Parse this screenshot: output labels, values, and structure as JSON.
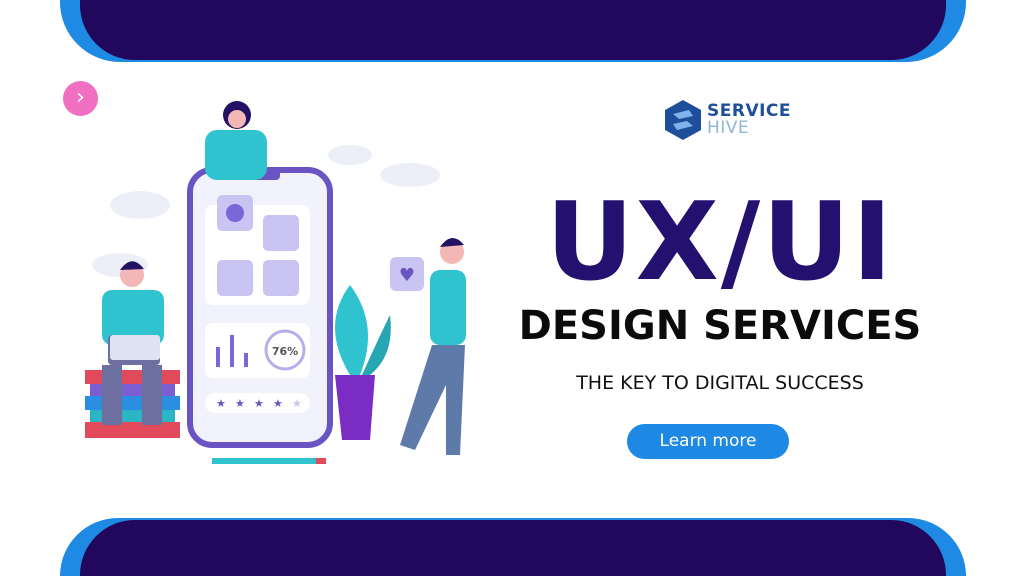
{
  "brand": {
    "line1": "SERVICE",
    "line2": "HIVE"
  },
  "headline": "UX/UI",
  "subheadline": "DESIGN SERVICES",
  "tagline": "THE KEY TO DIGITAL SUCCESS",
  "cta_label": "Learn more",
  "illustration": {
    "progress_label": "76%",
    "rating_stars": 4,
    "rating_max": 5
  },
  "colors": {
    "dark_bar": "#21085c",
    "bar_edge": "#1e8ae3",
    "headline": "#24106e",
    "cta": "#1e88e5",
    "next_button": "#f06fc0"
  },
  "icons": {
    "next": "chevron-right-icon"
  }
}
